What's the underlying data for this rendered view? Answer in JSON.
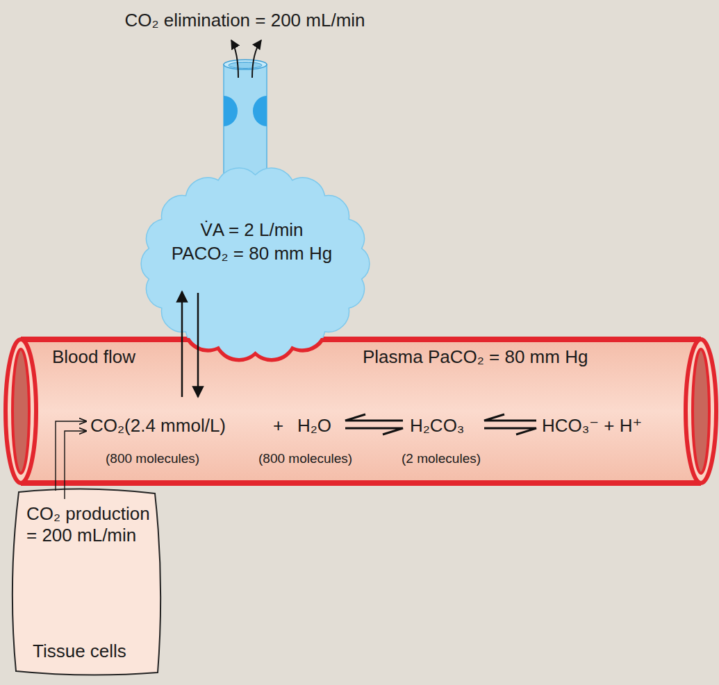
{
  "diagram": {
    "nodes": [
      {
        "text": [
          "V̇A = 2 L/min",
          "PACO₂ = 80 mm Hg"
        ]
      },
      {
        "text": [
          "Blood flow",
          "Plasma PaCO₂ = 80 mm Hg"
        ]
      },
      {
        "text": [
          "CO₂ production = 200 mL/min",
          "Tissue cells"
        ]
      }
    ],
    "edges": [
      {
        "from": 1,
        "to": 0,
        "arrow": "to"
      },
      {
        "from": 0,
        "to": 1,
        "arrow": "to"
      },
      {
        "from": 2,
        "to": 1,
        "arrow": "to"
      },
      {
        "from": 2,
        "to": 1,
        "arrow": "to"
      }
    ],
    "labels": [
      "CO₂ elimination = 200 mL/min",
      "CO₂(2.4 mmol/L)",
      "+",
      "H₂O",
      "H₂CO₃",
      "HCO₃⁻ + H⁺",
      "(800 molecules)",
      "(800 molecules)",
      "(2 molecules)"
    ]
  }
}
